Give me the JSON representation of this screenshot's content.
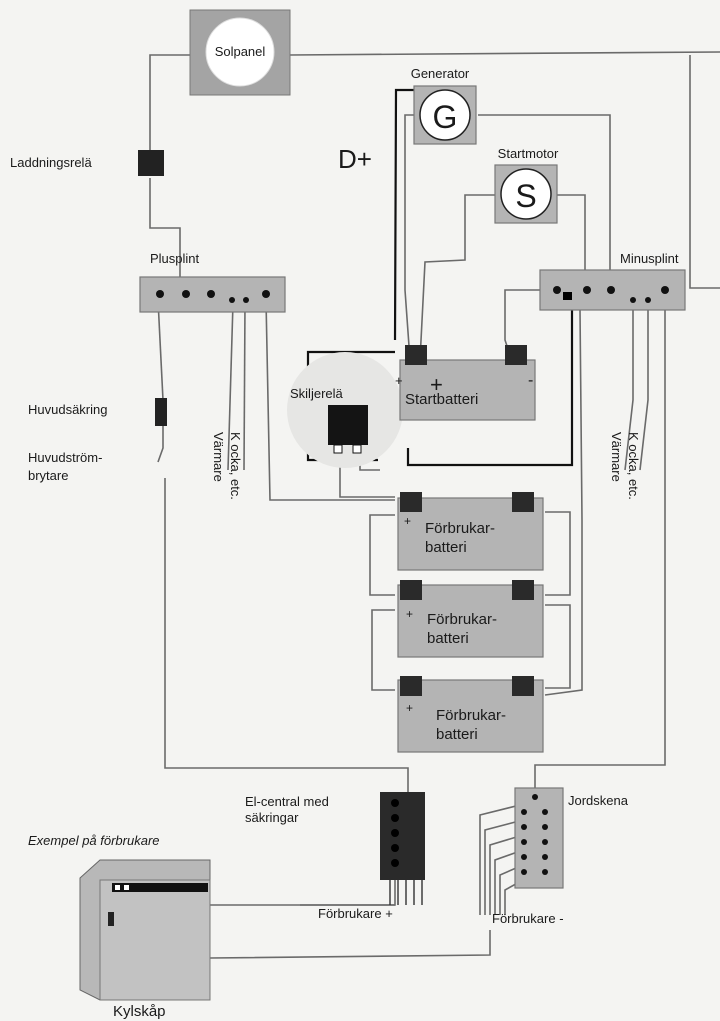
{
  "labels": {
    "solpanel": "Solpanel",
    "generator": "Generator",
    "generator_symbol": "G",
    "startmotor": "Startmotor",
    "startmotor_symbol": "S",
    "d_plus": "D+",
    "laddningsrela": "Laddningsrelä",
    "plusplint": "Plusplint",
    "minusplint": "Minusplint",
    "huvudsakring": "Huvudsäkring",
    "huvudstrom_1": "Huvudström-",
    "huvudstrom_2": "brytare",
    "varmare": "Värmare",
    "kocka": "K ocka, etc.",
    "skiljerela": "Skiljerelä",
    "startbatteri": "Startbatteri",
    "forbrukar_1": "Förbrukar-",
    "forbrukar_2": "batteri",
    "elcentral_1": "El-central med",
    "elcentral_2": "säkringar",
    "jordskena": "Jordskena",
    "exempel": "Exempel på förbrukare",
    "forbrukare_plus": "Förbrukare +",
    "forbrukare_minus": "Förbrukare -",
    "kylskap": "Kylskåp",
    "plus": "+",
    "minus": "-"
  },
  "colors": {
    "background": "#f4f4f2",
    "component": "#b4b4b4",
    "dark": "#111111",
    "wire": "#6a6a6a"
  }
}
